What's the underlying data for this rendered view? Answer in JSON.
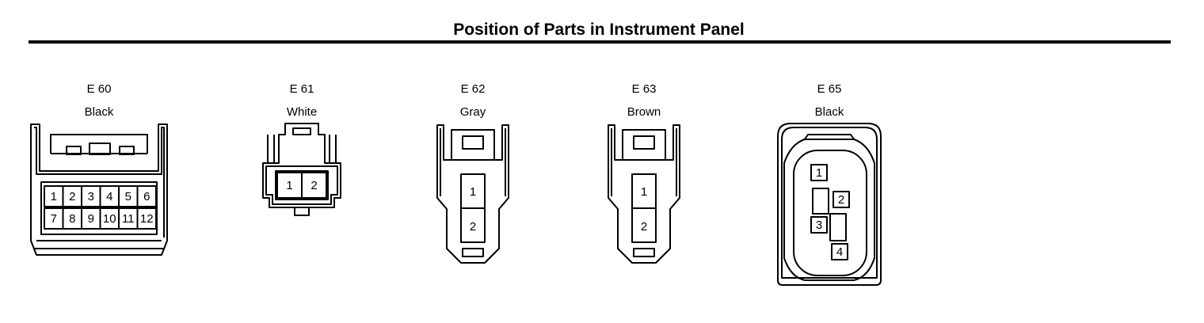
{
  "title": "Position of Parts in Instrument Panel",
  "connectors": [
    {
      "code": "E 60",
      "color": "Black",
      "pins_row1": [
        "1",
        "2",
        "3",
        "4",
        "5",
        "6"
      ],
      "pins_row2": [
        "7",
        "8",
        "9",
        "10",
        "11",
        "12"
      ]
    },
    {
      "code": "E 61",
      "color": "White",
      "pins": [
        "1",
        "2"
      ]
    },
    {
      "code": "E 62",
      "color": "Gray",
      "pins": [
        "1",
        "2"
      ]
    },
    {
      "code": "E 63",
      "color": "Brown",
      "pins": [
        "1",
        "2"
      ]
    },
    {
      "code": "E 65",
      "color": "Black",
      "pins": [
        "1",
        "2",
        "3",
        "4"
      ]
    }
  ]
}
